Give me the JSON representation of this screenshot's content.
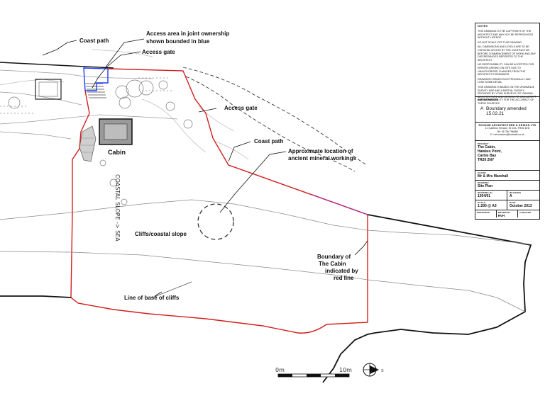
{
  "labels": {
    "coast_path_top": "Coast path",
    "access_area": "Access area in joint ownership",
    "access_area_2": "shown bounded in blue",
    "access_gate_1": "Access gate",
    "access_gate_2": "Access gate",
    "coast_path_right": "Coast path",
    "mineral_1": "Approximate location of",
    "mineral_2": "ancient mineral workings",
    "cabin": "Cabin",
    "cliffs": "Cliffs/coastal slope",
    "base_of_cliffs": "Line of base of cliffs",
    "boundary_1": "Boundary of",
    "boundary_2": "The Cabin",
    "boundary_3": "indicated by",
    "boundary_4": "red line",
    "coastal_slope_hand": "COASTAL SLOPE -> SEA"
  },
  "scale_bar": {
    "start": "0m",
    "end": "10m"
  },
  "title_block": {
    "notes_header": "NOTES",
    "notes": [
      "THIS DRAWING IS THE COPYRIGHT OF THE ARCHITECT AND MAY NOT BE REPRODUCED WITHOUT LICENCE",
      "DO NOT SCALE OFF THIS DRAWING",
      "ALL DIMENSIONS AND LEVELS ARE TO BE CHECKED ON SITE BY THE CONTRACTOR BEFORE COMMENCEMENT OF WORK AND ANY DISCREPANCIES REPORTED TO THE ARCHITECT",
      "NO RESPONSIBILITY CAN BE ACCEPTED FOR ERRORS ARISING ON SITE DUE TO UNAUTHORISED CHANGES FROM THE ARCHITECT'S DRAWINGS",
      "DRAWINGS ISSUED ELECTRONICALLY MAY LOSE SOME DETAIL",
      "THIS DRAWING IS BASED ON THE ORDNANCE SURVEY MAP AND A PARTIAL SURVEY PROVIDED BY YOUR SURVEYS LTD. RAVAND ARCHITECTURE AND DESIGN LTD CAN ACCEPT NO RESPONSIBILITY FOR THE ACCURACY OF THESE SOURCES."
    ],
    "amendments_header": "AMENDMENTS",
    "amendment_rev": "A",
    "amendment_text": "Boundary amended",
    "amendment_date": "15.02.21",
    "company_name": "ROVAND ARCHITECTURE & DESIGN LTD",
    "company_address": "11 Carthew Terrace, St Ives, TR26 1ED",
    "company_tel": "Tel: 01736 796669",
    "company_email": "E: rob.vestoes@hotmail.co.uk",
    "project_label": "PROJECT",
    "project_lines": [
      "The Cabin,",
      "Hawkes Point,",
      "Carbis Bay",
      "TR26 2NY"
    ],
    "client_label": "CLIENT",
    "client": "Mr & Mrs Marshall",
    "drawing_label": "DRAWING",
    "drawing": "Site Plan",
    "drawing_no_label": "DRAWING No",
    "drawing_no": "1304/01",
    "revision_label": "REVISION",
    "revision": "A",
    "scale_label": "SCALE",
    "scale": "1:200 @ A3",
    "date_label": "DATE",
    "date": "October 2013",
    "prepared_label": "PREPARED",
    "drawn_label": "DRAWN BY",
    "drawn": "RVH",
    "checked_label": "CHECKED"
  }
}
